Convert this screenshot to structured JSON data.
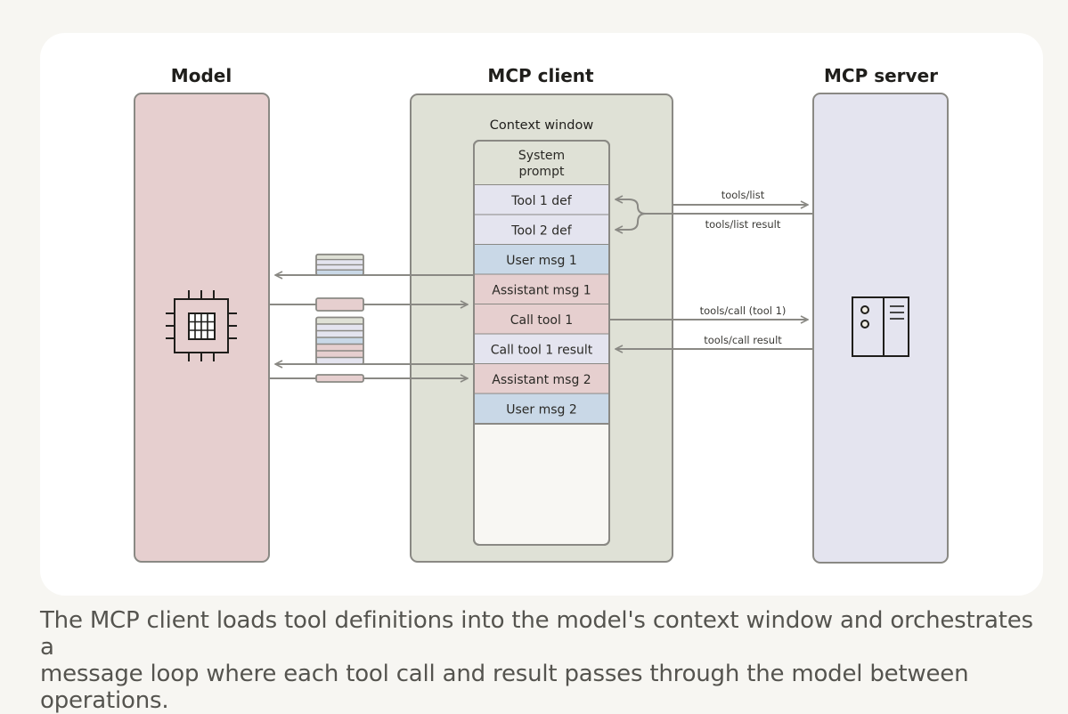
{
  "diagram": {
    "columns": {
      "model": {
        "title": "Model",
        "icon": "cpu-chip-icon",
        "fill": "#e6cfcf"
      },
      "client": {
        "title": "MCP client",
        "fill": "#dfe1d6"
      },
      "server": {
        "title": "MCP server",
        "icon": "server-icon",
        "fill": "#e4e4ef"
      }
    },
    "context_window": {
      "label": "Context window",
      "rows": [
        {
          "label_lines": [
            "System",
            "prompt"
          ],
          "kind": "system",
          "fill": "#dfe1d6"
        },
        {
          "label_lines": [
            "Tool 1 def"
          ],
          "kind": "tool_def",
          "fill": "#e4e4ef"
        },
        {
          "label_lines": [
            "Tool 2 def"
          ],
          "kind": "tool_def",
          "fill": "#e4e4ef"
        },
        {
          "label_lines": [
            "User msg 1"
          ],
          "kind": "user",
          "fill": "#c9d8e7"
        },
        {
          "label_lines": [
            "Assistant msg 1"
          ],
          "kind": "assistant",
          "fill": "#e6cfcf"
        },
        {
          "label_lines": [
            "Call tool 1"
          ],
          "kind": "assistant",
          "fill": "#e6cfcf"
        },
        {
          "label_lines": [
            "Call tool 1 result"
          ],
          "kind": "tool_result",
          "fill": "#e4e4ef"
        },
        {
          "label_lines": [
            "Assistant msg 2"
          ],
          "kind": "assistant",
          "fill": "#e6cfcf"
        },
        {
          "label_lines": [
            "User msg 2"
          ],
          "kind": "user",
          "fill": "#c9d8e7"
        }
      ],
      "empty_fill": "#f8f7f3"
    },
    "server_messages": [
      {
        "label": "tools/list",
        "direction": "to-server"
      },
      {
        "label": "tools/list result",
        "direction": "to-client"
      },
      {
        "label": "tools/call (tool 1)",
        "direction": "to-server"
      },
      {
        "label": "tools/call result",
        "direction": "to-client"
      }
    ],
    "model_messages": [
      {
        "direction": "to-model",
        "payload_stack": [
          "#dfe1d6",
          "#e4e4ef",
          "#e4e4ef",
          "#c9d8e7"
        ]
      },
      {
        "direction": "to-client",
        "payload_stack": [
          "#e6cfcf"
        ]
      },
      {
        "direction": "to-model",
        "payload_stack": [
          "#dfe1d6",
          "#e4e4ef",
          "#e4e4ef",
          "#c9d8e7",
          "#e6cfcf",
          "#e6cfcf",
          "#e4e4ef"
        ]
      },
      {
        "direction": "to-client",
        "payload_stack": [
          "#e6cfcf"
        ]
      }
    ],
    "stroke_color": "#8a8984",
    "text_color": "#1f1e1b"
  },
  "caption": {
    "line1": "The MCP client loads tool definitions into the model's context window and orchestrates a",
    "line2": "message loop where each tool call and result passes through the model between operations."
  }
}
